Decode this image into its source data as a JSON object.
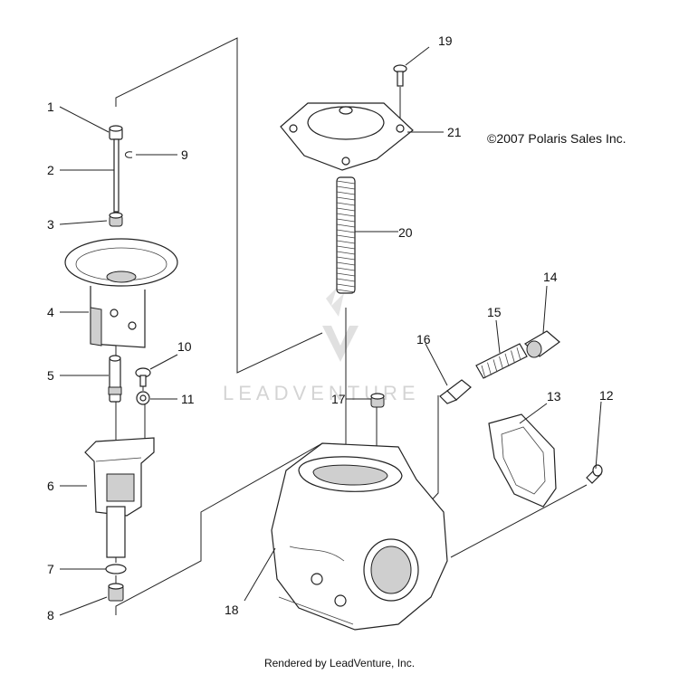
{
  "copyright": "©2007 Polaris Sales Inc.",
  "footer": "Rendered by LeadVenture, Inc.",
  "watermark": "LEADVENTURE",
  "callouts": [
    "1",
    "2",
    "3",
    "4",
    "5",
    "6",
    "7",
    "8",
    "9",
    "10",
    "11",
    "12",
    "13",
    "14",
    "15",
    "16",
    "17",
    "18",
    "19",
    "20",
    "21"
  ]
}
